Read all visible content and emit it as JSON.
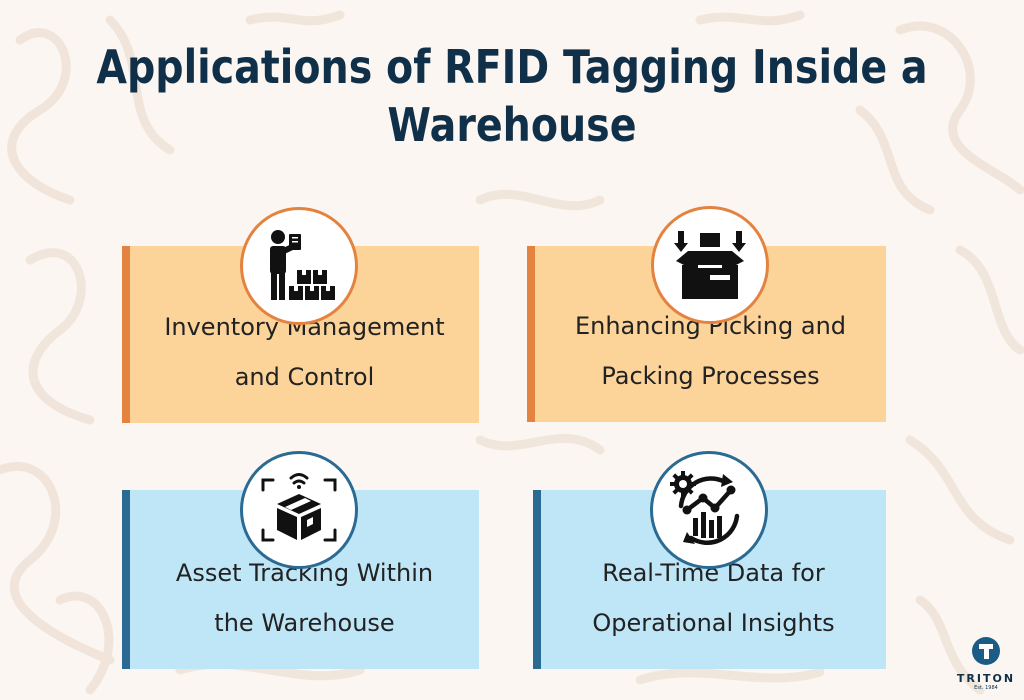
{
  "title": {
    "line1": "Applications of RFID Tagging Inside a",
    "line2": "Warehouse"
  },
  "cards": [
    {
      "line1": "Inventory Management",
      "line2": "and Control",
      "icon": "worker-inventory-icon",
      "accent": "#e4833f"
    },
    {
      "line1": "Enhancing Picking and",
      "line2": "Packing Processes",
      "icon": "box-packing-icon",
      "accent": "#e4833f"
    },
    {
      "line1": "Asset Tracking Within",
      "line2": "the Warehouse",
      "icon": "rfid-box-scan-icon",
      "accent": "#2a6a93"
    },
    {
      "line1": "Real-Time Data for",
      "line2": "Operational Insights",
      "icon": "realtime-analytics-icon",
      "accent": "#2a6a93"
    }
  ],
  "logo": {
    "name": "TRITON",
    "tagline": "Est. 1984"
  },
  "colors": {
    "title": "#0f3048",
    "orange_card": "#fcd49a",
    "blue_card": "#bfe6f7",
    "background": "#fbf6f1"
  }
}
